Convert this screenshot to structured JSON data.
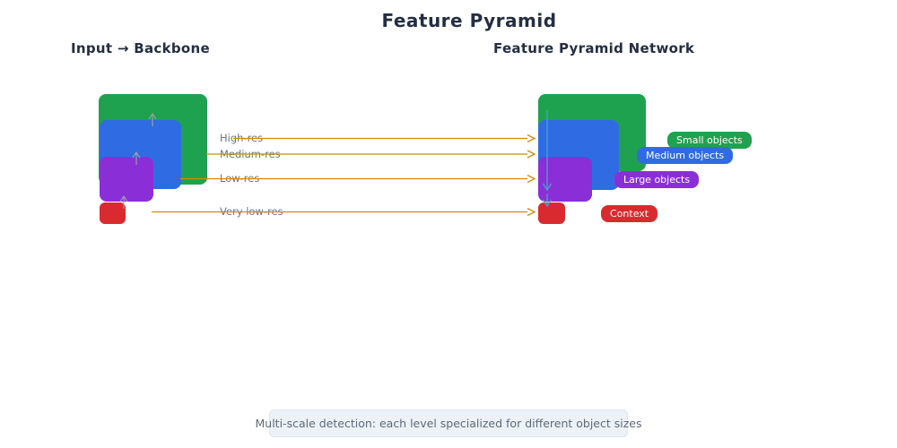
{
  "title": "Feature Pyramid",
  "panels": {
    "left": {
      "heading": "Input → Backbone"
    },
    "right": {
      "heading": "Feature Pyramid Network"
    }
  },
  "levels": [
    {
      "name": "high-res",
      "label": "High-res",
      "badge": "Small objects",
      "color": "#1fa24f"
    },
    {
      "name": "medium-res",
      "label": "Medium-res",
      "badge": "Medium objects",
      "color": "#2f6ce3"
    },
    {
      "name": "low-res",
      "label": "Low-res",
      "badge": "Large objects",
      "color": "#8a2fd8"
    },
    {
      "name": "very-low-res",
      "label": "Very low-res",
      "badge": "Context",
      "color": "#d92b2f"
    }
  ],
  "caption": "Multi-scale detection: each level specialized for different object sizes",
  "colors": {
    "lateral_arrow": "#cf8a0d",
    "top_down_arrow": "#4aa0c4",
    "upsample_arrow": "#9aa3ae",
    "scale_label_text": "#6e7780",
    "heading_text": "#242e42",
    "caption_background": "#edf2f8",
    "caption_text": "#5c6b7a"
  }
}
